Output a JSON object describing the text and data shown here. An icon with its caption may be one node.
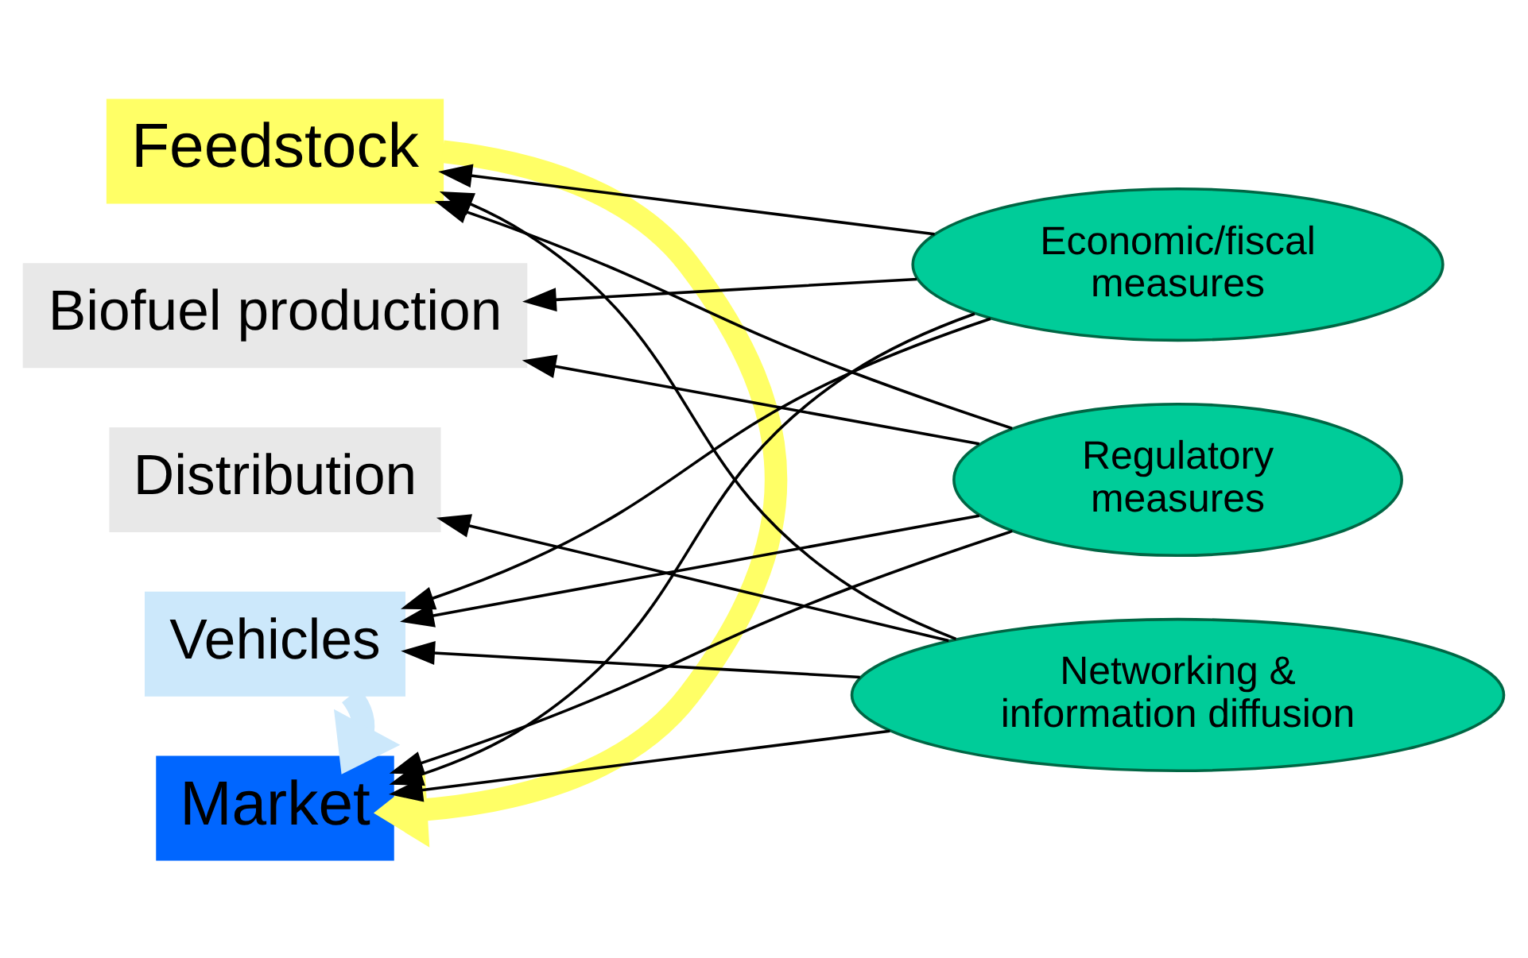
{
  "diagram": {
    "nodes": [
      {
        "text": [
          "Feedstock"
        ]
      },
      {
        "text": [
          "Biofuel production"
        ]
      },
      {
        "text": [
          "Distribution"
        ]
      },
      {
        "text": [
          "Vehicles"
        ]
      },
      {
        "text": [
          "Market"
        ]
      },
      {
        "text": [
          "Regulatory measures"
        ]
      },
      {
        "text": [
          "Economic/fiscal measures"
        ]
      },
      {
        "text": [
          "Networking & information diffusion"
        ]
      }
    ],
    "edges": [
      {
        "from": 0,
        "to": 4,
        "arrow": "to",
        "style": "thick",
        "color": "#ffff66"
      },
      {
        "from": 3,
        "to": 4,
        "arrow": "to",
        "style": "thick",
        "color": "#cce8fb"
      },
      {
        "from": 5,
        "to": 0,
        "arrow": "to"
      },
      {
        "from": 5,
        "to": 1,
        "arrow": "to"
      },
      {
        "from": 5,
        "to": 3,
        "arrow": "to"
      },
      {
        "from": 5,
        "to": 4,
        "arrow": "to"
      },
      {
        "from": 6,
        "to": 0,
        "arrow": "to"
      },
      {
        "from": 6,
        "to": 1,
        "arrow": "to"
      },
      {
        "from": 6,
        "to": 3,
        "arrow": "to"
      },
      {
        "from": 6,
        "to": 4,
        "arrow": "to"
      },
      {
        "from": 7,
        "to": 0,
        "arrow": "to"
      },
      {
        "from": 7,
        "to": 2,
        "arrow": "to"
      },
      {
        "from": 7,
        "to": 3,
        "arrow": "to"
      },
      {
        "from": 7,
        "to": 4,
        "arrow": "to"
      }
    ]
  }
}
